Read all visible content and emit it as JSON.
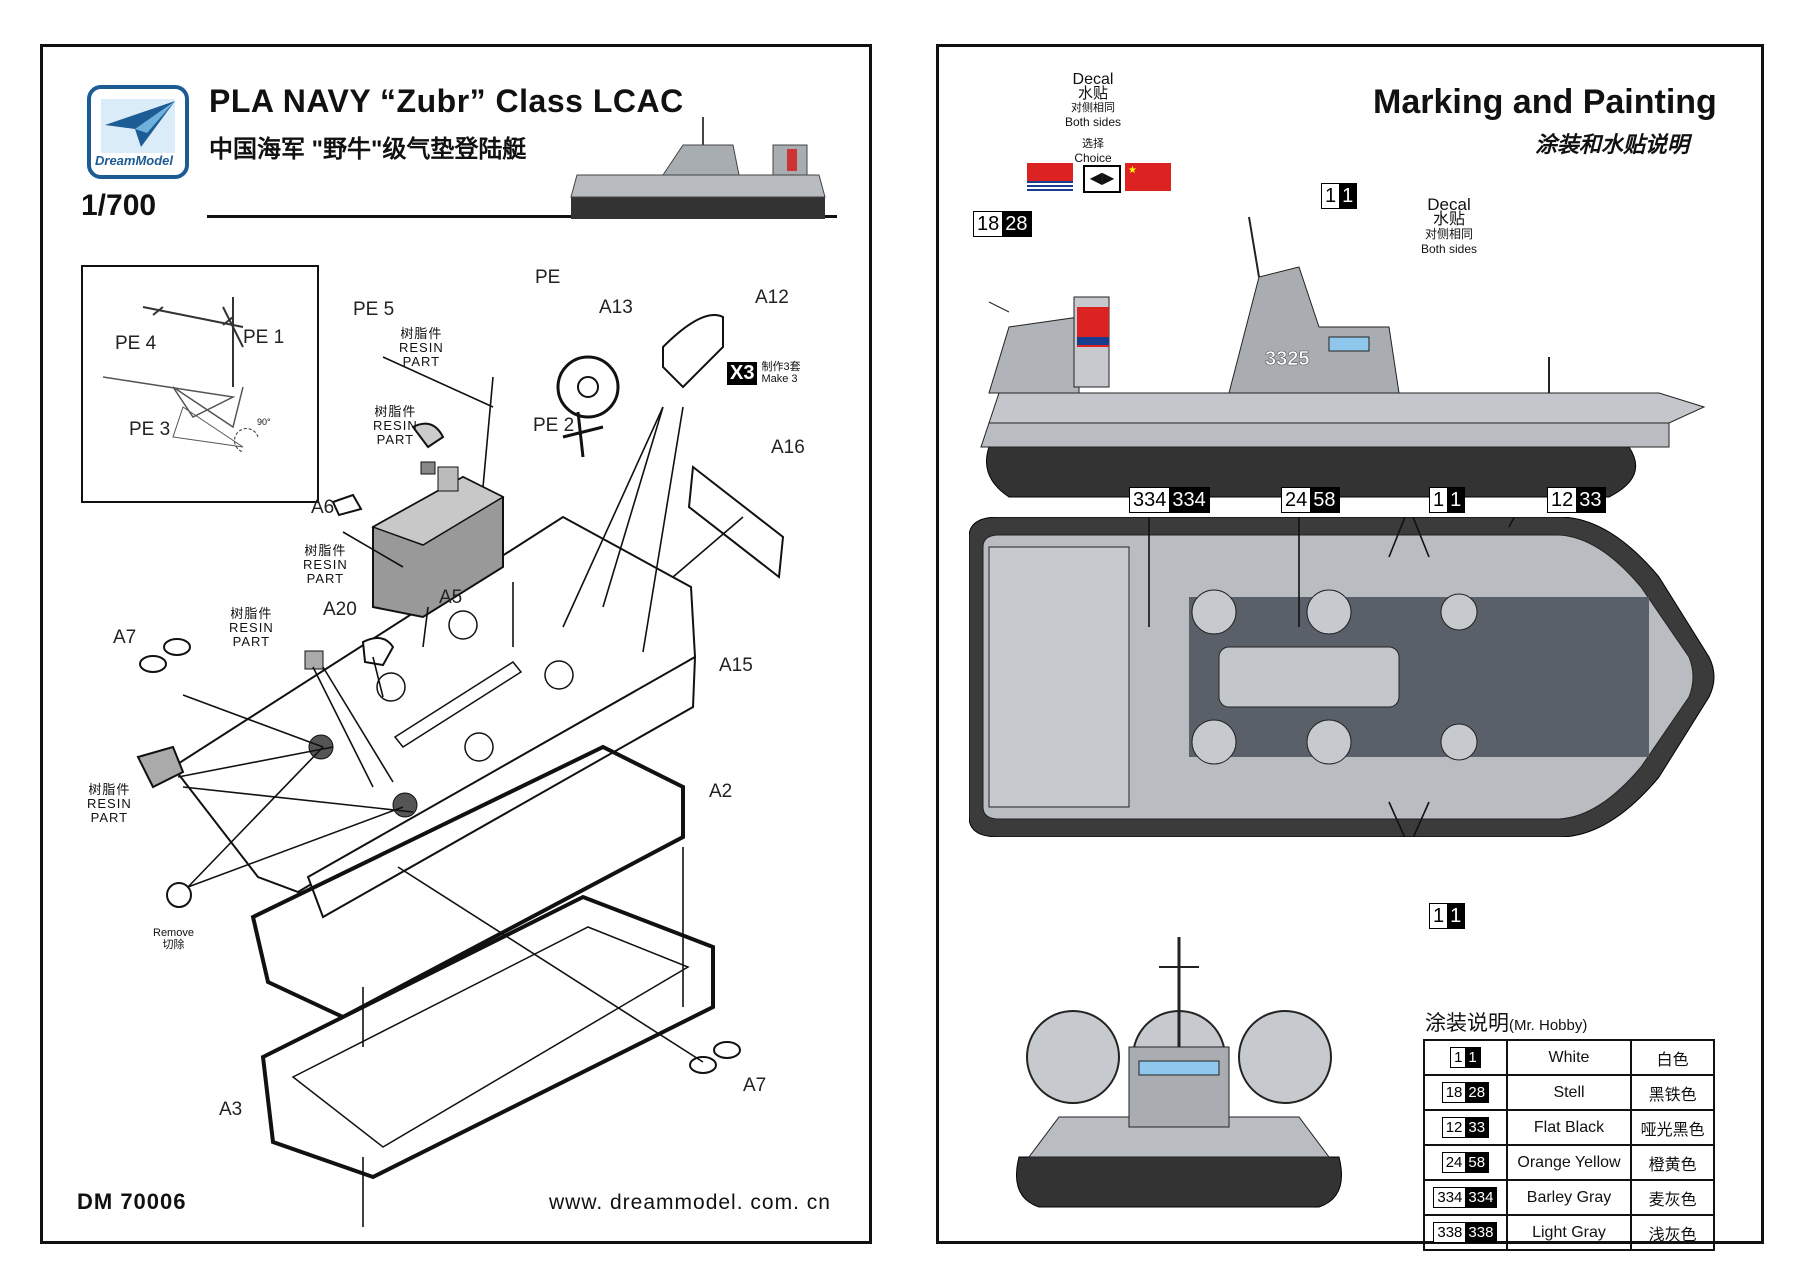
{
  "left": {
    "brand": "DreamModel",
    "title_en": "PLA NAVY “Zubr” Class LCAC",
    "title_cn": "中国海军 \"野牛\"级气垫登陆艇",
    "scale": "1/700",
    "product_code": "DM 70006",
    "website": "www. dreammodel. com. cn",
    "make_qty": "X3",
    "make_qty_cn": "制作3套",
    "make_qty_en": "Make 3",
    "resin_cn": "树脂件",
    "resin_en1": "RESIN",
    "resin_en2": "PART",
    "remove_en": "Remove",
    "remove_cn": "切除",
    "labels": {
      "pe": "PE",
      "pe1": "PE 1",
      "pe2": "PE 2",
      "pe3": "PE 3",
      "pe4": "PE 4",
      "pe5": "PE 5",
      "a2": "A2",
      "a3": "A3",
      "a5": "A5",
      "a6": "A6",
      "a7": "A7",
      "a12": "A12",
      "a13": "A13",
      "a15": "A15",
      "a16": "A16",
      "a20": "A20",
      "angle": "90°"
    }
  },
  "right": {
    "title_en": "Marking and Painting",
    "title_cn": "涂装和水贴说明",
    "decal_en": "Decal",
    "decal_cn": "水贴",
    "decal_both_cn": "对侧相同",
    "decal_both_en": "Both sides",
    "choice_cn": "选择",
    "choice_en": "Choice",
    "hull_number": "3325",
    "callouts": {
      "c1": {
        "w": "18",
        "b": "28"
      },
      "c2": {
        "w": "1",
        "b": "1"
      },
      "c3": {
        "w": "334",
        "b": "334"
      },
      "c4": {
        "w": "24",
        "b": "58"
      },
      "c5": {
        "w": "1",
        "b": "1"
      },
      "c6": {
        "w": "12",
        "b": "33"
      },
      "c7": {
        "w": "1",
        "b": "1"
      }
    },
    "table_title_cn": "涂装说明",
    "table_title_en": "(Mr. Hobby)",
    "colors": [
      {
        "w": "1",
        "b": "1",
        "name": "White",
        "cn": "白色"
      },
      {
        "w": "18",
        "b": "28",
        "name": "Stell",
        "cn": "黑铁色"
      },
      {
        "w": "12",
        "b": "33",
        "name": "Flat Black",
        "cn": "哑光黑色"
      },
      {
        "w": "24",
        "b": "58",
        "name": "Orange Yellow",
        "cn": "橙黄色"
      },
      {
        "w": "334",
        "b": "334",
        "name": "Barley Gray",
        "cn": "麦灰色"
      },
      {
        "w": "338",
        "b": "338",
        "name": "Light Gray",
        "cn": "浅灰色"
      }
    ]
  }
}
